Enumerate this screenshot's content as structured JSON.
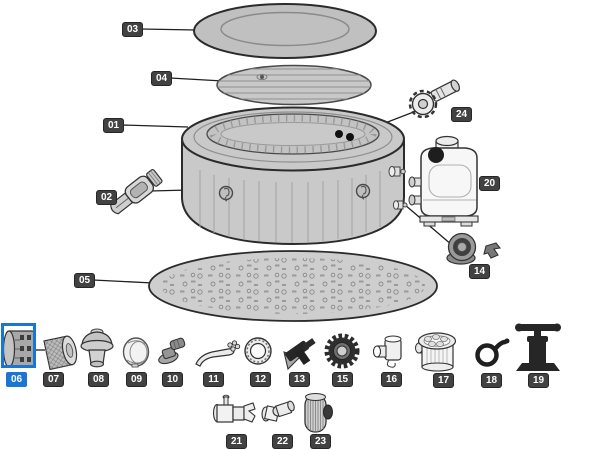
{
  "colors": {
    "accent": "#1a76d2",
    "label_bg": "#424242",
    "label_text": "#ffffff"
  },
  "selected_part": "06",
  "labels": {
    "p01": "01",
    "p02": "02",
    "p03": "03",
    "p04": "04",
    "p05": "05",
    "p06": "06",
    "p07": "07",
    "p08": "08",
    "p09": "09",
    "p10": "10",
    "p11": "11",
    "p12": "12",
    "p13": "13",
    "p14": "14",
    "p15": "15",
    "p16": "16",
    "p17": "17",
    "p18": "18",
    "p19": "19",
    "p20": "20",
    "p21": "21",
    "p22": "22",
    "p23": "23",
    "p24": "24"
  }
}
